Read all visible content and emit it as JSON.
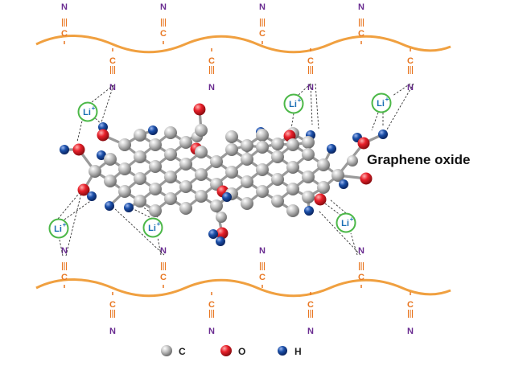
{
  "labels": {
    "title": "Graphene oxide",
    "nitrogen": "N",
    "carbon": "C",
    "lithium": "Li",
    "lithium_charge": "+"
  },
  "legend": [
    {
      "symbol": "C",
      "color": "#9e9e9e"
    },
    {
      "symbol": "O",
      "color": "#e8202a"
    },
    {
      "symbol": "H",
      "color": "#1b4fa8"
    }
  ],
  "colors": {
    "polymer_chain": "#f0a040",
    "triple_bond": "#e87722",
    "nitrogen_text": "#6a2c91",
    "lithium_ring": "#4cb848",
    "lithium_text": "#1a6fb4",
    "carbon_atom": "#9e9e9e",
    "oxygen_atom": "#e8202a",
    "hydrogen_atom": "#1b4fa8"
  }
}
